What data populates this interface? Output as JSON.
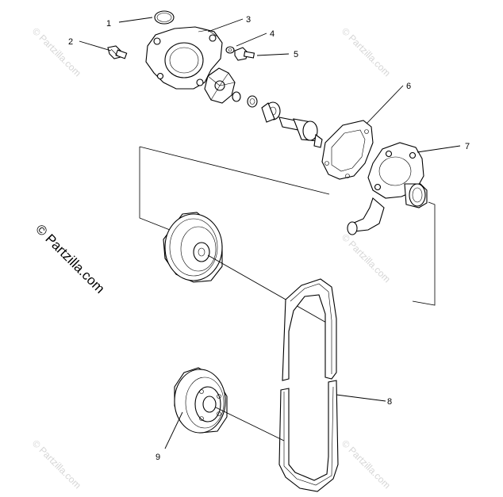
{
  "diagram": {
    "callouts": [
      "1",
      "2",
      "3",
      "4",
      "5",
      "6",
      "7",
      "8",
      "9"
    ],
    "watermark_main": "© Partzilla.com",
    "watermark_repeat": "© Partzilla.com"
  }
}
